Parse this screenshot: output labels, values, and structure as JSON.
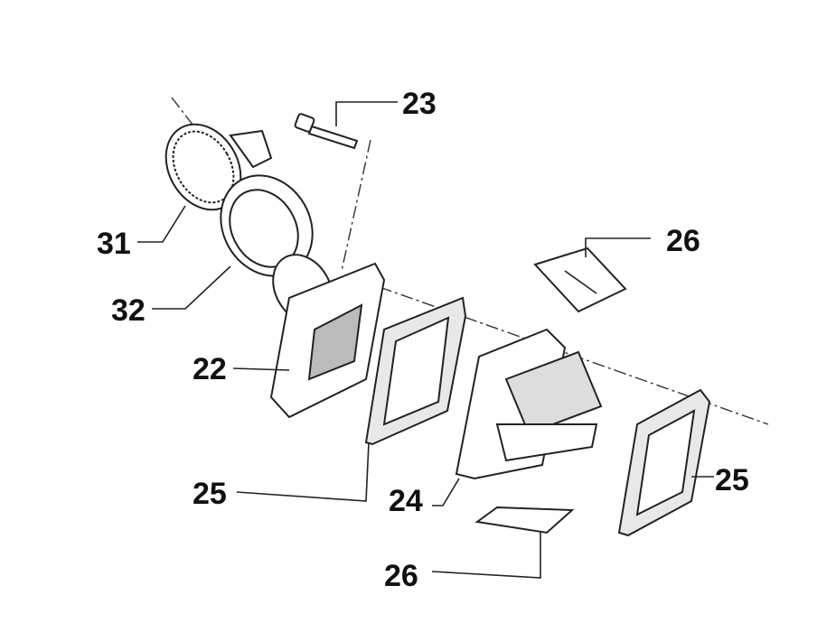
{
  "diagram": {
    "title": "Reed valve intake assembly exploded view",
    "callouts": [
      {
        "id": "label-23",
        "text": "23"
      },
      {
        "id": "label-26-top",
        "text": "26"
      },
      {
        "id": "label-31",
        "text": "31"
      },
      {
        "id": "label-32",
        "text": "32"
      },
      {
        "id": "label-22",
        "text": "22"
      },
      {
        "id": "label-25-left",
        "text": "25"
      },
      {
        "id": "label-24",
        "text": "24"
      },
      {
        "id": "label-25-right",
        "text": "25"
      },
      {
        "id": "label-26-bottom",
        "text": "26"
      }
    ]
  }
}
